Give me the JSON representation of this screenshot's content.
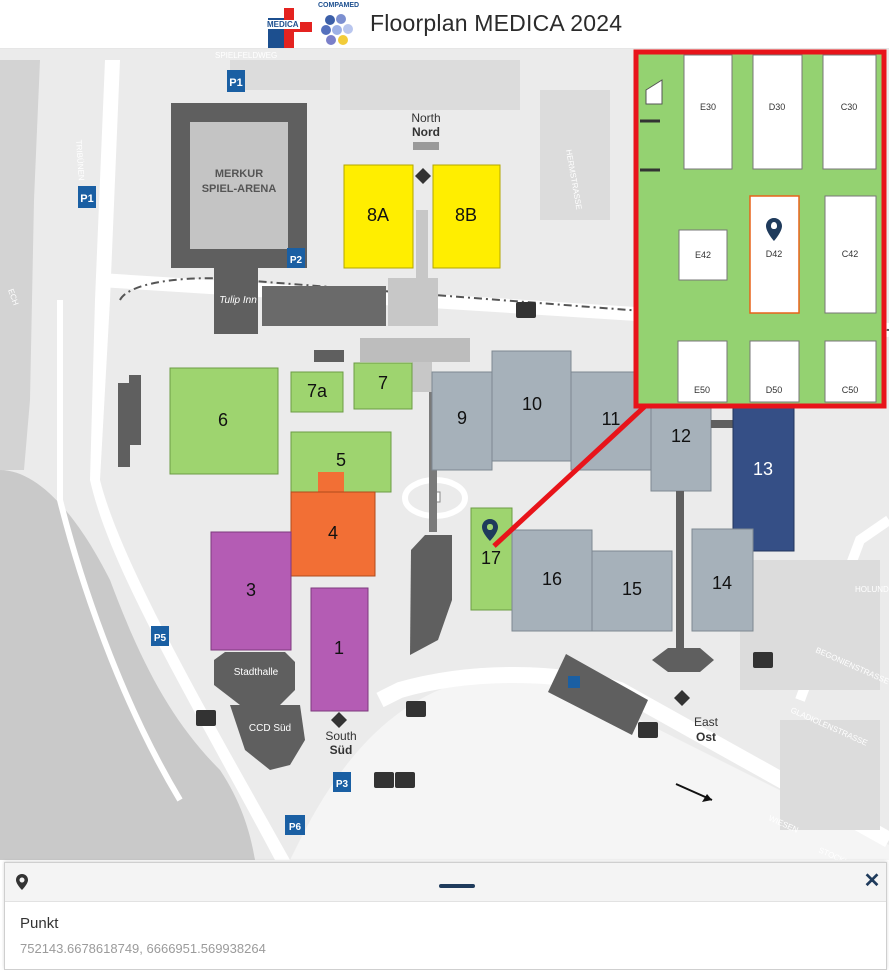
{
  "header": {
    "logo_medica": "MEDICA",
    "logo_compamed": "COMPAMED",
    "title": "Floorplan MEDICA 2024"
  },
  "map": {
    "halls": [
      {
        "id": "1",
        "label": "1",
        "color": "#b45cb4"
      },
      {
        "id": "3",
        "label": "3",
        "color": "#b45cb4"
      },
      {
        "id": "4",
        "label": "4",
        "color": "#f26f35"
      },
      {
        "id": "5",
        "label": "5",
        "color": "#9ed46f"
      },
      {
        "id": "6",
        "label": "6",
        "color": "#9ed46f"
      },
      {
        "id": "7",
        "label": "7",
        "color": "#9ed46f"
      },
      {
        "id": "7a",
        "label": "7a",
        "color": "#9ed46f"
      },
      {
        "id": "8A",
        "label": "8A",
        "color": "#ffee00"
      },
      {
        "id": "8B",
        "label": "8B",
        "color": "#ffee00"
      },
      {
        "id": "9",
        "label": "9",
        "color": "#a6b1ba"
      },
      {
        "id": "10",
        "label": "10",
        "color": "#a6b1ba"
      },
      {
        "id": "11",
        "label": "11",
        "color": "#a6b1ba"
      },
      {
        "id": "12",
        "label": "12",
        "color": "#a6b1ba"
      },
      {
        "id": "13",
        "label": "13",
        "color": "#354f86"
      },
      {
        "id": "14",
        "label": "14",
        "color": "#a6b1ba"
      },
      {
        "id": "15",
        "label": "15",
        "color": "#a6b1ba"
      },
      {
        "id": "16",
        "label": "16",
        "color": "#a6b1ba"
      },
      {
        "id": "17",
        "label": "17",
        "color": "#9ed46f"
      }
    ],
    "entrances": {
      "north_en": "North",
      "north_de": "Nord",
      "south_en": "South",
      "south_de": "Süd",
      "east_en": "East",
      "east_de": "Ost"
    },
    "venues": {
      "arena_line1": "MERKUR",
      "arena_line2": "SPIEL-ARENA",
      "stadthalle": "Stadthalle",
      "ccd_sued": "CCD Süd",
      "tulip_inn": "Tulip Inn"
    },
    "streets": {
      "spielfeldweg": "SPIELFELDWEG",
      "hermstrasse": "HERMSTRASSE",
      "begonienstrasse": "BEGONIENSTRASSE",
      "gladiolenstrasse": "GLADIOLENSTRASSE",
      "holunder": "HOLUNDE",
      "tribuenen": "TRIBÜNEN",
      "stockum": "STOCKU",
      "wiesen": "WIESEN",
      "ostr": "ECH"
    },
    "parking": [
      "P1",
      "P1",
      "P2",
      "P3",
      "P5",
      "P6"
    ],
    "inset": {
      "stands_row1": [
        "E30",
        "D30",
        "C30"
      ],
      "stands_row2": [
        "E42",
        "D42",
        "C42"
      ],
      "stands_row3": [
        "E50",
        "D50",
        "C50"
      ],
      "highlighted_stand": "D42",
      "marker_color": "#1f3b5c",
      "highlight_color": "#ff0000"
    }
  },
  "info_panel": {
    "name": "Punkt",
    "coordinates": "752143.6678618749, 6666951.569938264"
  }
}
